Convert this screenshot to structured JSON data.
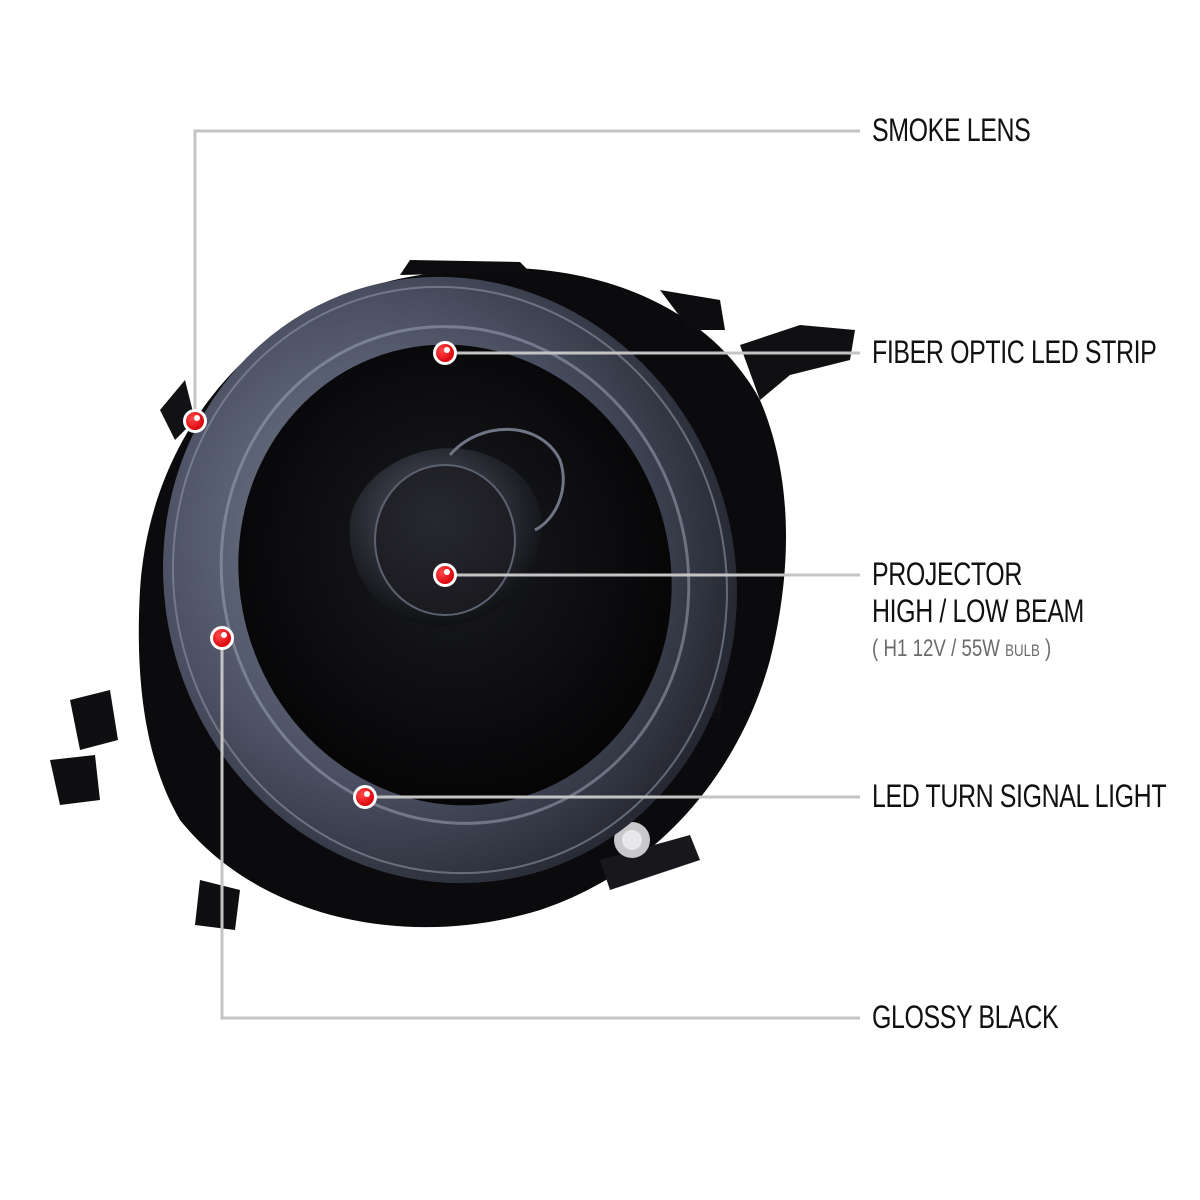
{
  "diagram": {
    "subject": "headlight",
    "colors": {
      "background": "#ffffff",
      "leader_line": "#c4c4c4",
      "marker": "#e8000a",
      "label_text": "#111111",
      "sub_text": "#6b6b6b"
    },
    "callouts": [
      {
        "id": "smoke-lens",
        "label": "SMOKE LENS"
      },
      {
        "id": "fiber-optic",
        "label": "FIBER OPTIC LED STRIP"
      },
      {
        "id": "projector",
        "label": "PROJECTOR",
        "label2": "HIGH / LOW BEAM",
        "spec_open": "(",
        "spec": "H1  12V / 55W",
        "spec_unit": "BULB",
        "spec_close": ")"
      },
      {
        "id": "turn-signal",
        "label": "LED TURN SIGNAL LIGHT"
      },
      {
        "id": "glossy-black",
        "label": "GLOSSY BLACK"
      }
    ]
  }
}
